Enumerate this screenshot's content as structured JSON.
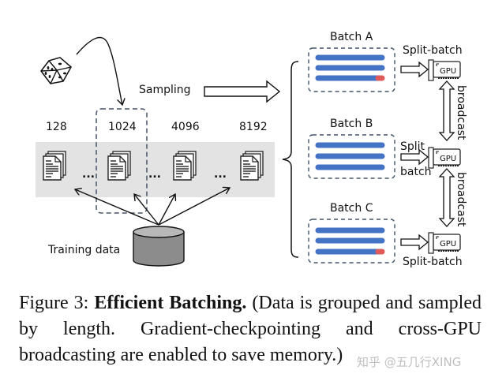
{
  "figure": {
    "sampling_label": "Sampling",
    "training_data_label": "Training data",
    "lengths": [
      "128",
      "1024",
      "4096",
      "8192"
    ],
    "ellipsis": "...",
    "dice_icon": "dice-icon",
    "database_icon": "cylinder-database-icon",
    "document_icon": "document-stack-icon",
    "batches": [
      {
        "label": "Batch A",
        "split_label": "Split-batch",
        "has_red_tail": true
      },
      {
        "label": "Batch B",
        "split_label_top": "Split",
        "split_label_bottom": "batch",
        "has_red_tail": false
      },
      {
        "label": "Batch C",
        "split_label": "Split-batch",
        "has_red_tail": true
      }
    ],
    "gpu_label": "GPU",
    "broadcast_label": "broadcast",
    "colors": {
      "bar_blue": "#4472c4",
      "bar_red": "#e05a5a",
      "band_gray": "#e3e3e3",
      "dashed_border": "#44546a",
      "cylinder_gray": "#8c8c8c"
    }
  },
  "caption": {
    "prefix": "Figure 3: ",
    "title": "Efficient Batching.",
    "body": " (Data is grouped and sampled by length. Gradient-checkpointing and cross-GPU broadcasting are enabled to save memory.)"
  },
  "watermark": "知乎 @五几行XING"
}
